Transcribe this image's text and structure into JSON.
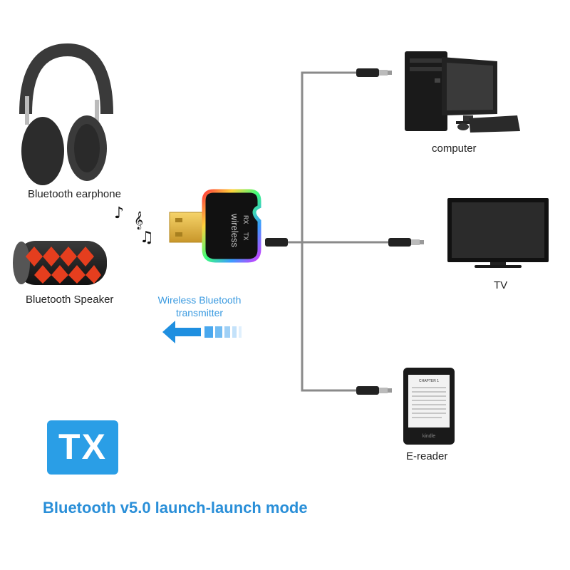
{
  "labels": {
    "earphone": "Bluetooth earphone",
    "speaker": "Bluetooth Speaker",
    "computer": "computer",
    "tv": "TV",
    "ereader": "E-reader",
    "transmitter_line1": "Wireless Bluetooth",
    "transmitter_line2": "transmitter",
    "mode": "Bluetooth v5.0 launch-launch mode",
    "tx_logo": "TX",
    "dongle_text": "wireless",
    "dongle_tx": "TX",
    "dongle_rx": "RX",
    "ereader_screen_title": "CHAPTER 1",
    "ereader_brand": "kindle"
  },
  "colors": {
    "accent": "#2a8fd8",
    "logo_bg": "#2a9ee6",
    "cable": "#8a8a8a"
  },
  "icons": [
    "headphones-icon",
    "speaker-icon",
    "music-note-icon",
    "usb-dongle-icon",
    "computer-icon",
    "tv-icon",
    "ereader-icon",
    "arrow-left-icon"
  ]
}
